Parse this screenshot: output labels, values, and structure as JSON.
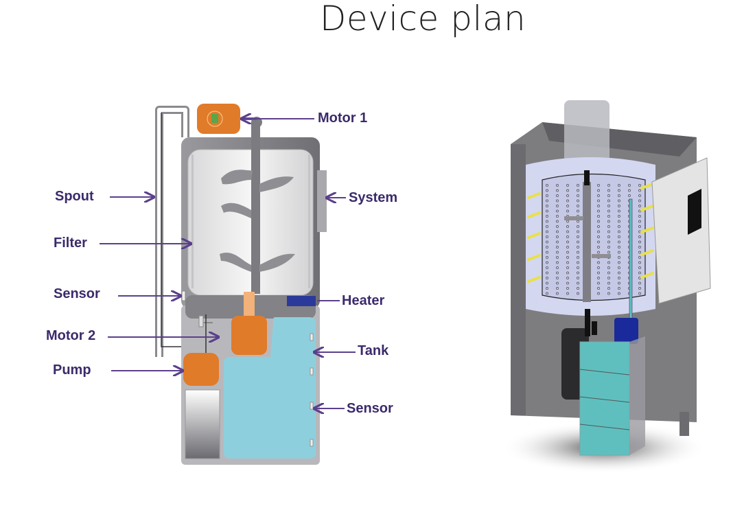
{
  "title": "Device plan",
  "schematic": {
    "labels": {
      "motor1": "Motor 1",
      "spout": "Spout",
      "system": "System",
      "filter": "Filter",
      "sensor_left": "Sensor",
      "heater": "Heater",
      "motor2": "Motor 2",
      "tank": "Tank",
      "pump": "Pump",
      "sensor_right": "Sensor"
    },
    "colors": {
      "label_text": "#3b2a6b",
      "leader_line": "#5b3f8c",
      "orange": "#e07b2a",
      "water": "#8ecfdd",
      "heater": "#2b3a9a",
      "frame": "#8a8a8e"
    }
  },
  "render3d": {
    "colors": {
      "cabinet": "#7d7d80",
      "drum_interior": "#d4d7f0",
      "heater_rods": "#e8e04a",
      "tank": "#5fbfbf",
      "pump_block": "#1a2a9a",
      "control_box": "#e4e4e4"
    }
  }
}
